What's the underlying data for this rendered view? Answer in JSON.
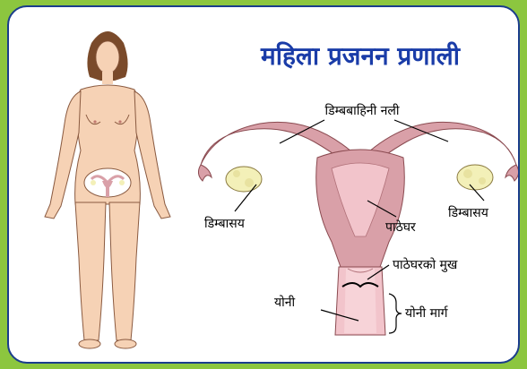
{
  "title": "महिला प्रजनन प्रणाली",
  "labels": {
    "fallopian_tube": "डिम्बबाहिनी नली",
    "ovary_left": "डिम्बासय",
    "ovary_right": "डिम्बासय",
    "uterus": "पाठेघर",
    "cervix": "पाठेघरको मुख",
    "vagina": "योनी",
    "vaginal_canal": "योनी मार्ग"
  },
  "colors": {
    "background_border": "#8cc63f",
    "frame_border": "#1a3c8c",
    "title": "#1a3ca8",
    "skin": "#f6d2b5",
    "hair": "#7a4a2a",
    "uterus_outer": "#d9a0a8",
    "uterus_inner": "#f2c4cb",
    "ovary": "#f3f0b8"
  }
}
